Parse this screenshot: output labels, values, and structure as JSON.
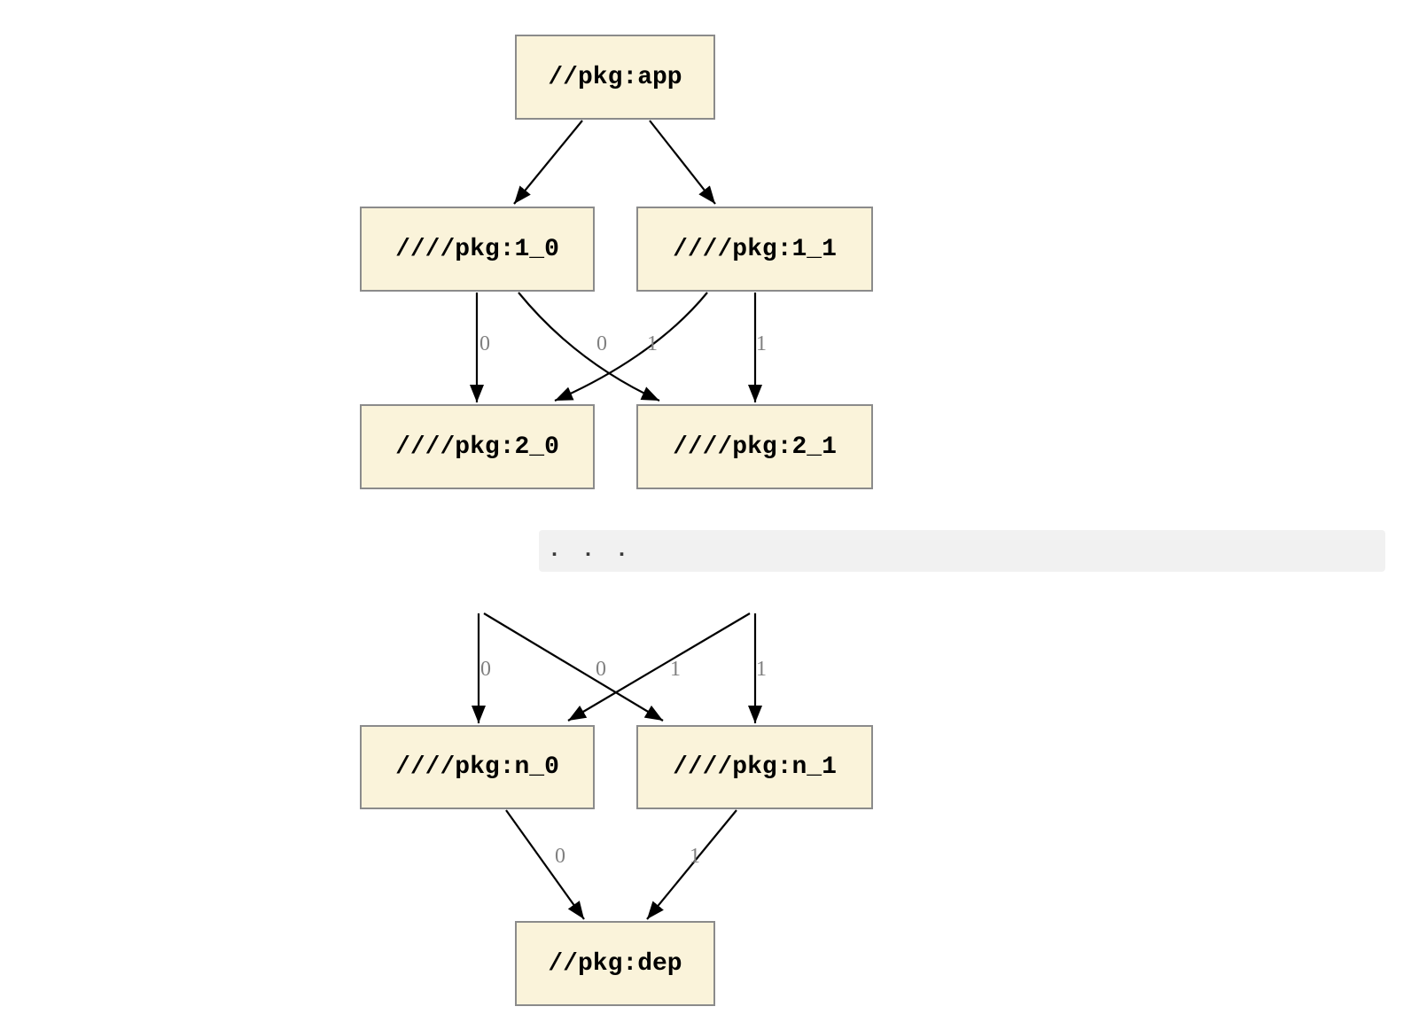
{
  "diagram": {
    "type": "dependency-graph",
    "nodes": {
      "app": {
        "label": "//pkg:app"
      },
      "level1_0": {
        "label": "////pkg:1_0"
      },
      "level1_1": {
        "label": "////pkg:1_1"
      },
      "level2_0": {
        "label": "////pkg:2_0"
      },
      "level2_1": {
        "label": "////pkg:2_1"
      },
      "leveln_0": {
        "label": "////pkg:n_0"
      },
      "leveln_1": {
        "label": "////pkg:n_1"
      },
      "dep": {
        "label": "//pkg:dep"
      }
    },
    "edges": [
      {
        "from": "//pkg:app",
        "to": "////pkg:1_0",
        "label": ""
      },
      {
        "from": "//pkg:app",
        "to": "////pkg:1_1",
        "label": ""
      },
      {
        "from": "////pkg:1_0",
        "to": "////pkg:2_0",
        "label": "0"
      },
      {
        "from": "////pkg:1_0",
        "to": "////pkg:2_1",
        "label": "1"
      },
      {
        "from": "////pkg:1_1",
        "to": "////pkg:2_0",
        "label": "0"
      },
      {
        "from": "////pkg:1_1",
        "to": "////pkg:2_1",
        "label": "1"
      },
      {
        "from": ". . .",
        "to": "////pkg:n_0",
        "label": "0"
      },
      {
        "from": ". . .",
        "to": "////pkg:n_1",
        "label": "1"
      },
      {
        "from": ". . .",
        "to": "////pkg:n_0",
        "label": "0"
      },
      {
        "from": ". . .",
        "to": "////pkg:n_1",
        "label": "1"
      },
      {
        "from": "////pkg:n_0",
        "to": "//pkg:dep",
        "label": "0"
      },
      {
        "from": "////pkg:n_1",
        "to": "//pkg:dep",
        "label": "1"
      }
    ],
    "ellipsis": ". . .",
    "colors": {
      "node_fill": "#FAF3DA",
      "node_border": "#8B8B8B",
      "node_text": "#000000",
      "edge": "#000000",
      "edge_label": "#808080",
      "ellipsis_band": "#F1F1F1",
      "ellipsis_dots": "#3A3A3A",
      "background": "#FFFFFF"
    }
  }
}
